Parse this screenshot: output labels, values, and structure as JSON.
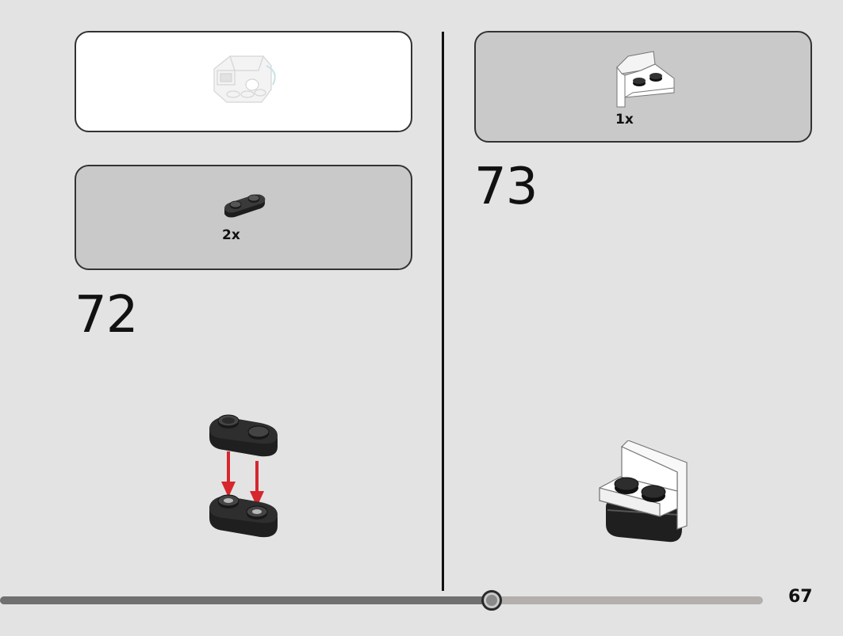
{
  "left_column": {
    "submodel_preview": {
      "icon": "submodel-preview-image"
    },
    "step_72": {
      "number": "72",
      "parts": [
        {
          "name": "dark-plate-1x2-rounded",
          "quantity": "2x"
        }
      ]
    }
  },
  "right_column": {
    "step_73": {
      "number": "73",
      "parts": [
        {
          "name": "white-bracket-1x2",
          "quantity": "1x"
        }
      ]
    }
  },
  "footer": {
    "page_number": "67",
    "progress_fraction": 0.645
  },
  "colors": {
    "background": "#e3e3e3",
    "parts_box": "#c9c9c9",
    "arrow": "#d7262e",
    "dark_part": "#2b2b2b"
  }
}
